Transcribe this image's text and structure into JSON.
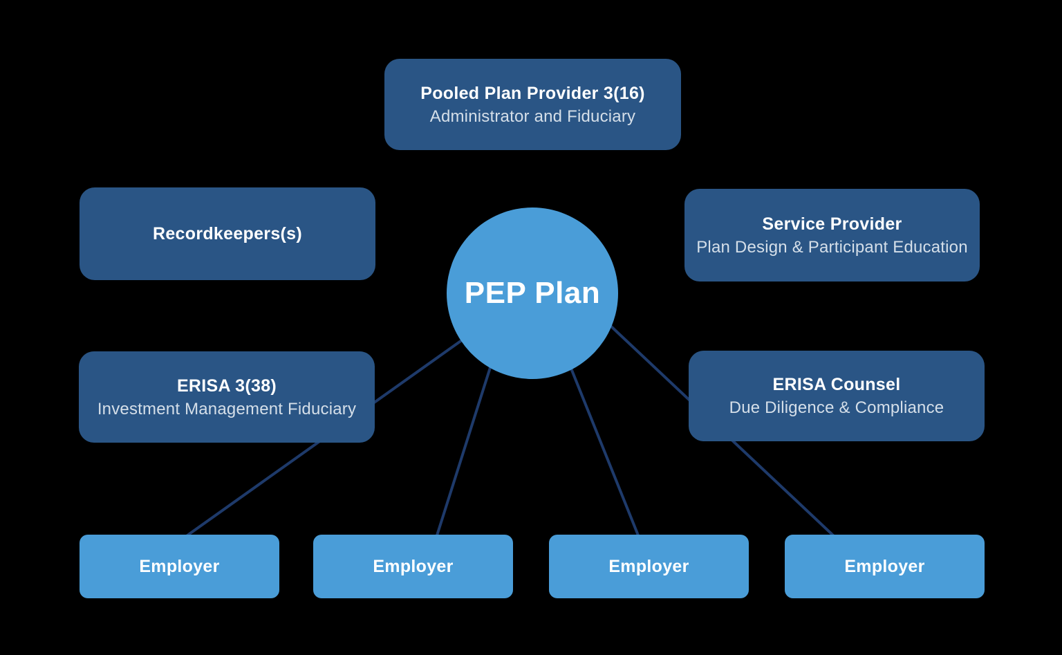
{
  "colors": {
    "dark_box": "#2a5585",
    "light_blue": "#4a9dd8",
    "line": "#1e3a6a",
    "title_text": "#ffffff",
    "subtitle_text": "#d5dfe9",
    "background": "#000000"
  },
  "center": {
    "label": "PEP Plan"
  },
  "nodes": {
    "pooled_plan_provider": {
      "title": "Pooled Plan Provider 3(16)",
      "subtitle": "Administrator and Fiduciary"
    },
    "recordkeepers": {
      "title": "Recordkeepers(s)"
    },
    "service_provider": {
      "title": "Service Provider",
      "subtitle": "Plan Design & Participant Education"
    },
    "erisa_338": {
      "title": "ERISA 3(38)",
      "subtitle": "Investment Management Fiduciary"
    },
    "erisa_counsel": {
      "title": "ERISA Counsel",
      "subtitle": "Due Diligence & Compliance"
    },
    "employers": [
      {
        "label": "Employer"
      },
      {
        "label": "Employer"
      },
      {
        "label": "Employer"
      },
      {
        "label": "Employer"
      }
    ]
  }
}
